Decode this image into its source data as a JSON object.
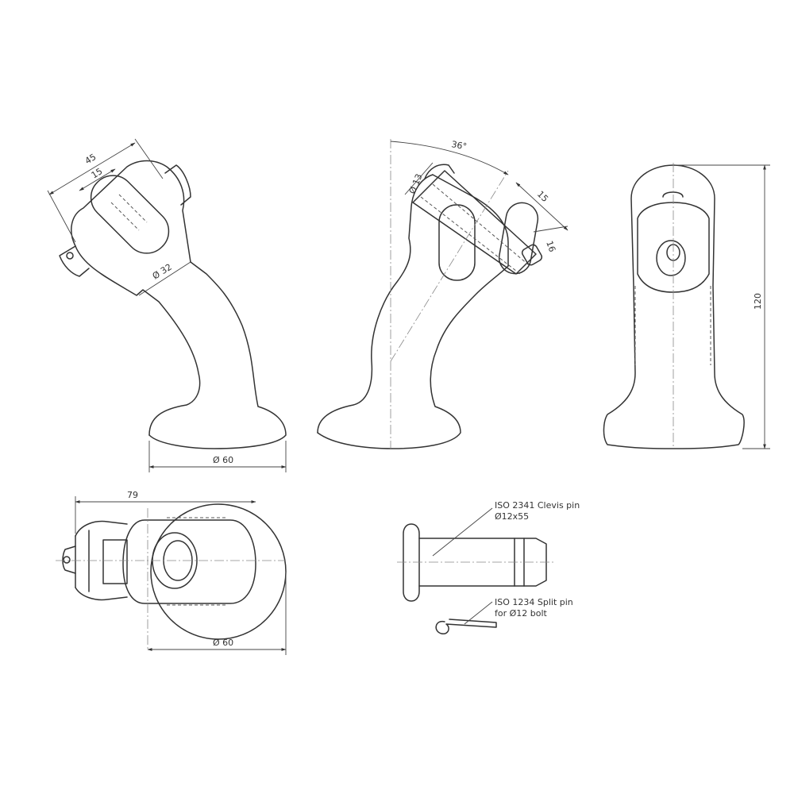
{
  "dimensions": {
    "front_width": "45",
    "front_slot": "15",
    "front_neck": "Ø 32",
    "front_base": "Ø 60",
    "side_angle": "36°",
    "side_hole": "Ø 13",
    "side_slot": "15",
    "side_pin": "16",
    "end_height": "120",
    "top_length": "79",
    "top_base": "Ø 60"
  },
  "notes": {
    "clevis_line1": "ISO 2341 Clevis pin",
    "clevis_line2": "Ø12x55",
    "split_line1": "ISO 1234 Split pin",
    "split_line2": "for Ø12 bolt"
  }
}
